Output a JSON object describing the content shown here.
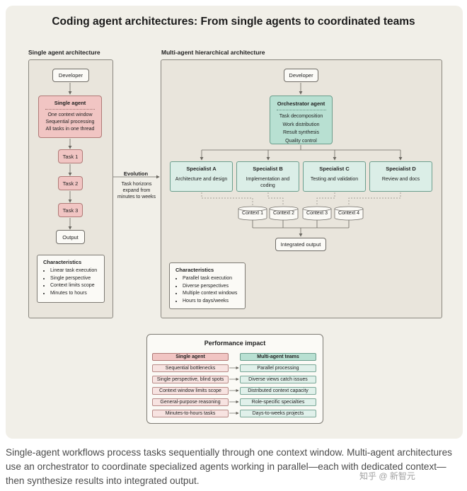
{
  "title": "Coding agent architectures: From single agents to coordinated teams",
  "single": {
    "label": "Single agent architecture",
    "developer": "Developer",
    "agent_title": "Single agent",
    "agent_lines": [
      "One context window",
      "Sequential processing",
      "All tasks in one thread"
    ],
    "tasks": [
      "Task 1",
      "Task 2",
      "Task 3"
    ],
    "output": "Output",
    "char_title": "Characteristics",
    "characteristics": [
      "Linear task execution",
      "Single perspective",
      "Context limits scope",
      "Minutes to hours"
    ]
  },
  "evolution": {
    "label": "Evolution",
    "desc": [
      "Task horizons",
      "expand from",
      "minutes to weeks"
    ]
  },
  "multi": {
    "label": "Multi-agent hierarchical architecture",
    "developer": "Developer",
    "orch_title": "Orchestrator agent",
    "orch_lines": [
      "Task decomposition",
      "Work distribution",
      "Result synthesis",
      "Quality control"
    ],
    "specialists": [
      {
        "title": "Specialist A",
        "desc": "Architecture and design"
      },
      {
        "title": "Specialist B",
        "desc": "Implementation and coding"
      },
      {
        "title": "Specialist C",
        "desc": "Testing and validation"
      },
      {
        "title": "Specialist D",
        "desc": "Review and docs"
      }
    ],
    "contexts": [
      "Context 1",
      "Context 2",
      "Context 3",
      "Context 4"
    ],
    "integrated": "Integrated output",
    "char_title": "Characteristics",
    "characteristics": [
      "Parallel task execution",
      "Diverse perspectives",
      "Multiple context windows",
      "Hours to days/weeks"
    ]
  },
  "performance": {
    "title": "Performance impact",
    "single_header": "Single agent",
    "multi_header": "Multi-agent teams",
    "rows": [
      {
        "single": "Sequential bottlenecks",
        "multi": "Parallel processing"
      },
      {
        "single": "Single perspective, blind spots",
        "multi": "Diverse views catch issues"
      },
      {
        "single": "Context window limits scope",
        "multi": "Distributed context capacity"
      },
      {
        "single": "General-purpose reasoning",
        "multi": "Role-specific specialties"
      },
      {
        "single": "Minutes-to-hours tasks",
        "multi": "Days-to-weeks projects"
      }
    ]
  },
  "caption": "Single-agent workflows process tasks sequentially through one context window. Multi-agent architectures use an orchestrator to coordinate specialized agents working in parallel—each with dedicated context—then synthesize results into integrated output.",
  "watermark": "知乎 @ 新智元",
  "colors": {
    "single_accent": "#f1c5c3",
    "multi_accent": "#b8e0d2",
    "card_bg": "#f1efe8"
  }
}
